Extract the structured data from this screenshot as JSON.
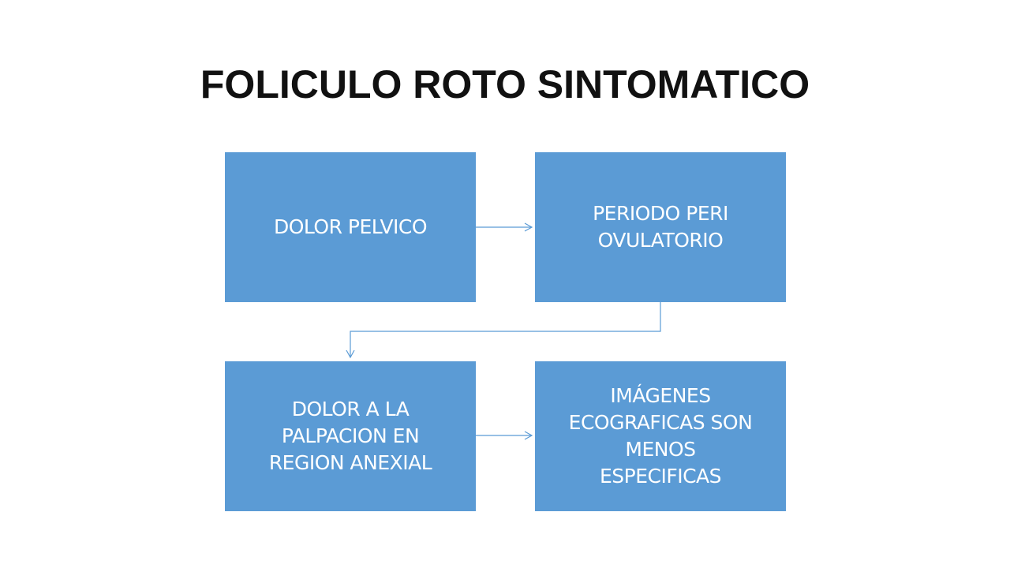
{
  "title": "FOLICULO ROTO SINTOMATICO",
  "colors": {
    "box_fill": "#5b9bd5",
    "box_text": "#ffffff",
    "connector": "#5b9bd5",
    "title": "#111111"
  },
  "steps": [
    {
      "label": "DOLOR PELVICO"
    },
    {
      "label": "PERIODO PERI\nOVULATORIO"
    },
    {
      "label": "DOLOR A LA\nPALPACION EN\nREGION ANEXIAL"
    },
    {
      "label": "IMÁGENES\nECOGRAFICAS SON\nMENOS\nESPECIFICAS"
    }
  ]
}
